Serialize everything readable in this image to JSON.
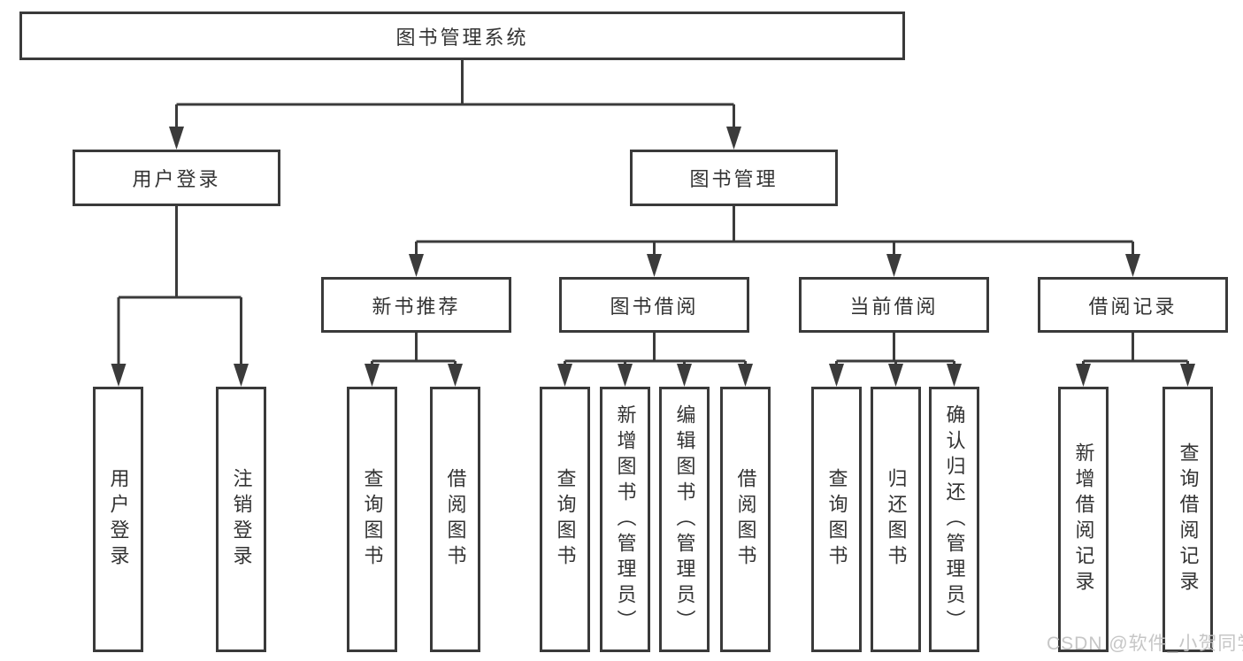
{
  "diagram": {
    "title": "图书管理系统",
    "root": {
      "label": "图书管理系统"
    },
    "level2": [
      {
        "label": "用户登录"
      },
      {
        "label": "图书管理"
      }
    ],
    "level3": [
      {
        "label": "新书推荐"
      },
      {
        "label": "图书借阅"
      },
      {
        "label": "当前借阅"
      },
      {
        "label": "借阅记录"
      }
    ],
    "leaves": [
      {
        "label": "用户登录",
        "parent": "用户登录"
      },
      {
        "label": "注销登录",
        "parent": "用户登录"
      },
      {
        "label": "查询图书",
        "parent": "新书推荐"
      },
      {
        "label": "借阅图书",
        "parent": "新书推荐"
      },
      {
        "label": "查询图书",
        "parent": "图书借阅"
      },
      {
        "label": "新增图书（管理员）",
        "parent": "图书借阅"
      },
      {
        "label": "编辑图书（管理员）",
        "parent": "图书借阅"
      },
      {
        "label": "借阅图书",
        "parent": "图书借阅"
      },
      {
        "label": "查询图书",
        "parent": "当前借阅"
      },
      {
        "label": "归还图书",
        "parent": "当前借阅"
      },
      {
        "label": "确认归还（管理员）",
        "parent": "当前借阅"
      },
      {
        "label": "新增借阅记录",
        "parent": "借阅记录"
      },
      {
        "label": "查询借阅记录",
        "parent": "借阅记录"
      }
    ],
    "colors": {
      "line": "#3b3b3b",
      "border": "#3a3a3a",
      "text": "#333333",
      "background": "#ffffff",
      "watermark": "#c3c3c3"
    }
  },
  "watermark": {
    "text": "CSDN @软件_小贺同学"
  }
}
